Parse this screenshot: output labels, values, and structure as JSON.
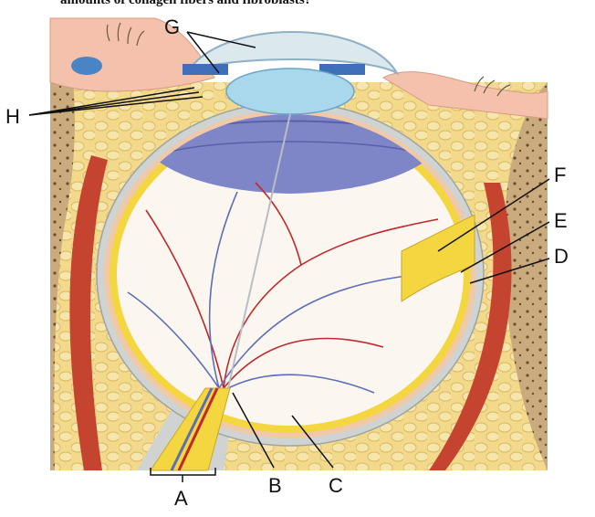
{
  "header_fragment": "amounts of collagen fibers and fibroblasts?",
  "labels": {
    "A": "A",
    "B": "B",
    "C": "C",
    "D": "D",
    "E": "E",
    "F": "F",
    "G": "G",
    "H": "H"
  },
  "colors": {
    "fat": "#f2d98c",
    "bone": "#c9ab7e",
    "sclera": "#cfd4d2",
    "choroid": "#f0c9a8",
    "retina": "#f3d640",
    "artery": "#c0282c",
    "vein": "#5d6fb6",
    "ciliary": "#7f86c8",
    "lens": "#a9d7ec",
    "muscle": "#c54430",
    "skin": "#f4c2ac"
  }
}
